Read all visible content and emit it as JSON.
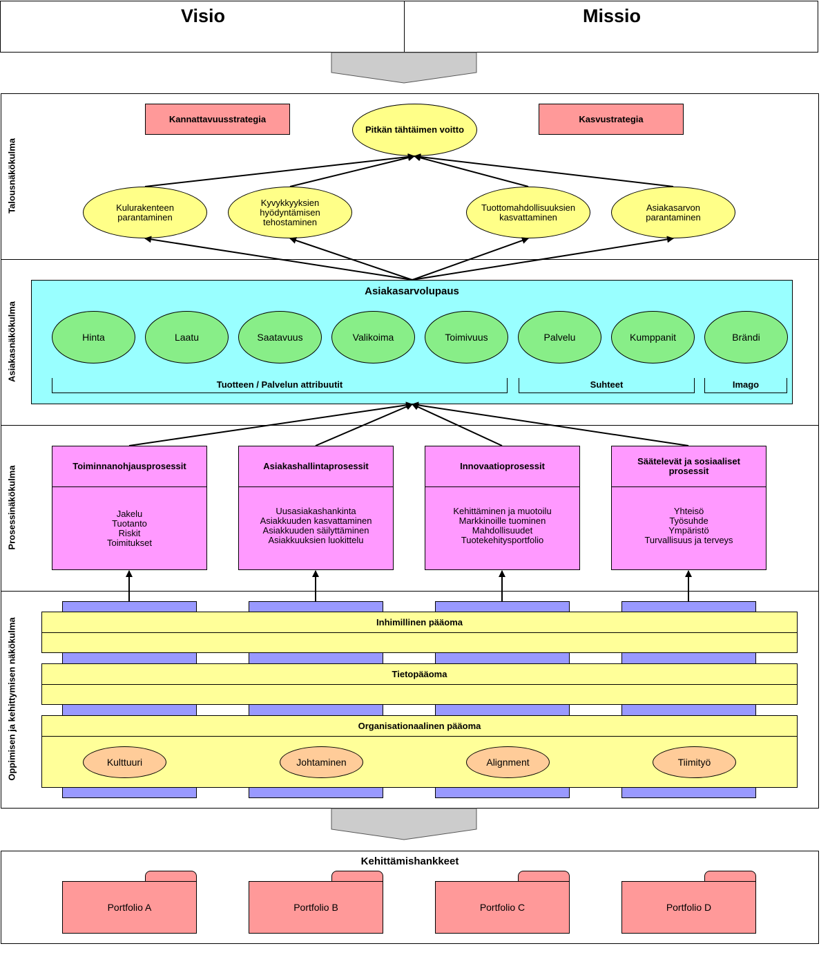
{
  "header": {
    "vision": "Visio",
    "mission": "Missio"
  },
  "finance": {
    "label": "Talousnäkökulma",
    "strategy_left": "Kannattavuusstrategia",
    "strategy_right": "Kasvustrategia",
    "goal": "Pitkän tähtäimen voitto",
    "objectives": [
      "Kulurakenteen\nparantaminen",
      "Kyvykkyyksien\nhyödyntämisen\ntehostaminen",
      "Tuottomahdollisuuksien\nkasvattaminen",
      "Asiakasarvon\nparantaminen"
    ]
  },
  "customer": {
    "label": "Asiakasnäkökulma",
    "title": "Asiakasarvolupaus",
    "attributes": [
      "Hinta",
      "Laatu",
      "Saatavuus",
      "Valikoima",
      "Toimivuus",
      "Palvelu",
      "Kumppanit",
      "Brändi"
    ],
    "groups": [
      "Tuotteen / Palvelun attribuutit",
      "Suhteet",
      "Imago"
    ]
  },
  "process": {
    "label": "Prosessinäkökulma",
    "items": [
      {
        "title": "Toiminnanohjausprosessit",
        "body": "Jakelu\nTuotanto\nRiskit\nToimitukset"
      },
      {
        "title": "Asiakashallintaprosessit",
        "body": "Uusasiakashankinta\nAsiakkuuden kasvattaminen\nAsiakkuuden säilyttäminen\nAsiakkuuksien luokittelu"
      },
      {
        "title": "Innovaatioprosessit",
        "body": "Kehittäminen ja muotoilu\nMarkkinoille tuominen\nMahdollisuudet\nTuotekehitysportfolio"
      },
      {
        "title": "Säätelevät ja sosiaaliset\nprosessit",
        "body": "Yhteisö\nTyösuhde\nYmpäristö\nTurvallisuus ja terveys"
      }
    ]
  },
  "learning": {
    "label": "Oppimisen ja kehittymisen näkökulma",
    "human_capital": "Inhimillinen pääoma",
    "information_capital": "Tietopääoma",
    "organizational_capital": "Organisationaalinen pääoma",
    "culture_items": [
      "Kulttuuri",
      "Johtaminen",
      "Alignment",
      "Tiimityö"
    ]
  },
  "projects": {
    "title": "Kehittämishankkeet",
    "portfolios": [
      "Portfolio A",
      "Portfolio B",
      "Portfolio C",
      "Portfolio D"
    ]
  },
  "colors": {
    "finance_ellipse": "#ffff88",
    "strategy_box": "#ff9999",
    "customer_panel": "#99ffff",
    "attribute_ellipse": "#88ee88",
    "process_box": "#ff99ff",
    "capital_bar": "#ffff99",
    "capital_column": "#9999ff",
    "culture_ellipse": "#ffcc99",
    "portfolio": "#ff9999",
    "flow_arrow": "#cccccc"
  }
}
